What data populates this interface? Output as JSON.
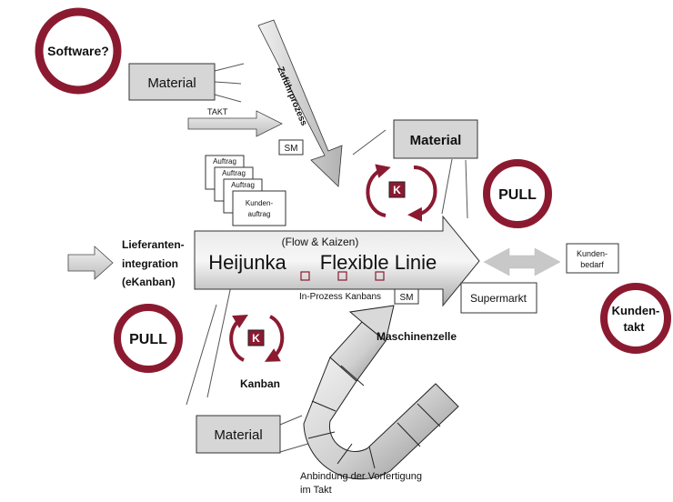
{
  "circles": {
    "software": "Software?",
    "pull_right": "PULL",
    "pull_left": "PULL",
    "kundentakt_line1": "Kunden-",
    "kundentakt_line2": "takt"
  },
  "boxes": {
    "material_top_left": "Material",
    "material_top_right": "Material",
    "material_bottom": "Material",
    "sm_top": "SM",
    "sm_bottom": "SM",
    "supermarkt": "Supermarkt",
    "kundenbedarf_line1": "Kunden-",
    "kundenbedarf_line2": "bedarf"
  },
  "orders": {
    "auftrag_1": "Auftrag",
    "auftrag_2": "Auftrag",
    "auftrag_3": "Auftrag",
    "kundenauftrag_line1": "Kunden-",
    "kundenauftrag_line2": "auftrag"
  },
  "labels": {
    "takt": "TAKT",
    "zufuhrprozess": "Zuführprozess",
    "lieferanten_line1": "Lieferanten-",
    "lieferanten_line2": "integration",
    "lieferanten_line3": "(eKanban)",
    "flow_kaizen": "(Flow & Kaizen)",
    "heijunka": "Heijunka",
    "flexible_linie": "Flexible Linie",
    "in_prozess_kanbans": "In-Prozess Kanbans",
    "maschinenzelle": "Maschinenzelle",
    "kanban": "Kanban",
    "anbindung_line1": "Anbindung der Vorfertigung",
    "anbindung_line2": "im Takt",
    "k_top": "K",
    "k_bottom": "K"
  },
  "colors": {
    "circle_ring": "#8b1a30",
    "kanban_fill": "#8b1a30",
    "box_gray": "#d6d6d6",
    "arrow_gray": "#cfcfcf",
    "double_arrow": "#c8c8c8"
  }
}
